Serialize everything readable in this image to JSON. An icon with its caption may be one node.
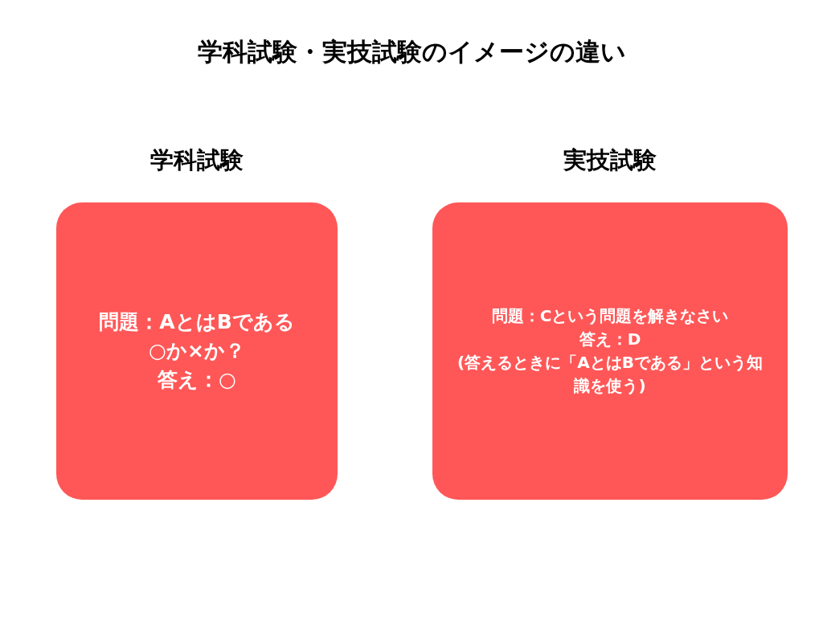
{
  "diagram": {
    "title": "学科試験・実技試験のイメージの違い",
    "nodes": [
      {
        "text": [
          "学科試験",
          "問題：AとはBである",
          "○か×か？",
          "答え：○"
        ]
      },
      {
        "text": [
          "実技試験",
          "問題：Cという問題を解きなさい",
          "答え：D",
          "(答えるときに「AとはBである」という知識を使う)"
        ]
      }
    ]
  }
}
